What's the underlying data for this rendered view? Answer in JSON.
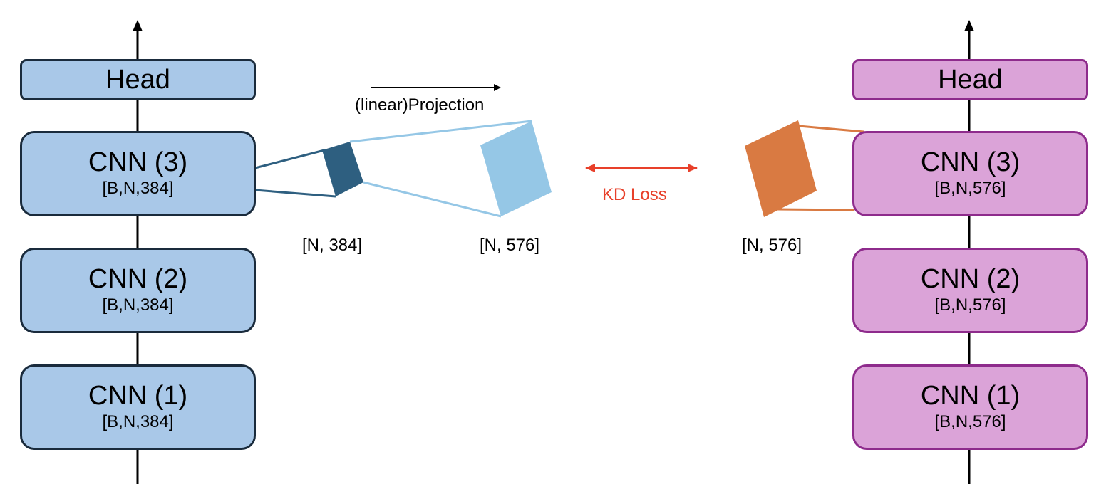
{
  "student": {
    "head": "Head",
    "layers": [
      {
        "name": "CNN (3)",
        "shape": "[B,N,384]"
      },
      {
        "name": "CNN (2)",
        "shape": "[B,N,384]"
      },
      {
        "name": "CNN (1)",
        "shape": "[B,N,384]"
      }
    ]
  },
  "teacher": {
    "head": "Head",
    "layers": [
      {
        "name": "CNN (3)",
        "shape": "[B,N,576]"
      },
      {
        "name": "CNN (2)",
        "shape": "[B,N,576]"
      },
      {
        "name": "CNN (1)",
        "shape": "[B,N,576]"
      }
    ]
  },
  "projection": {
    "label": "(linear)Projection",
    "input_shape": "[N, 384]",
    "output_shape": "[N, 576]"
  },
  "teacher_feature": {
    "shape": "[N, 576]"
  },
  "loss": {
    "label": "KD Loss"
  },
  "colors": {
    "student_fill": "#a9c8e8",
    "teacher_fill": "#dba3d8",
    "student_feature": "#2e5f80",
    "projected_feature": "#95c7e6",
    "teacher_feature": "#d97a42",
    "loss": "#e8402a"
  }
}
